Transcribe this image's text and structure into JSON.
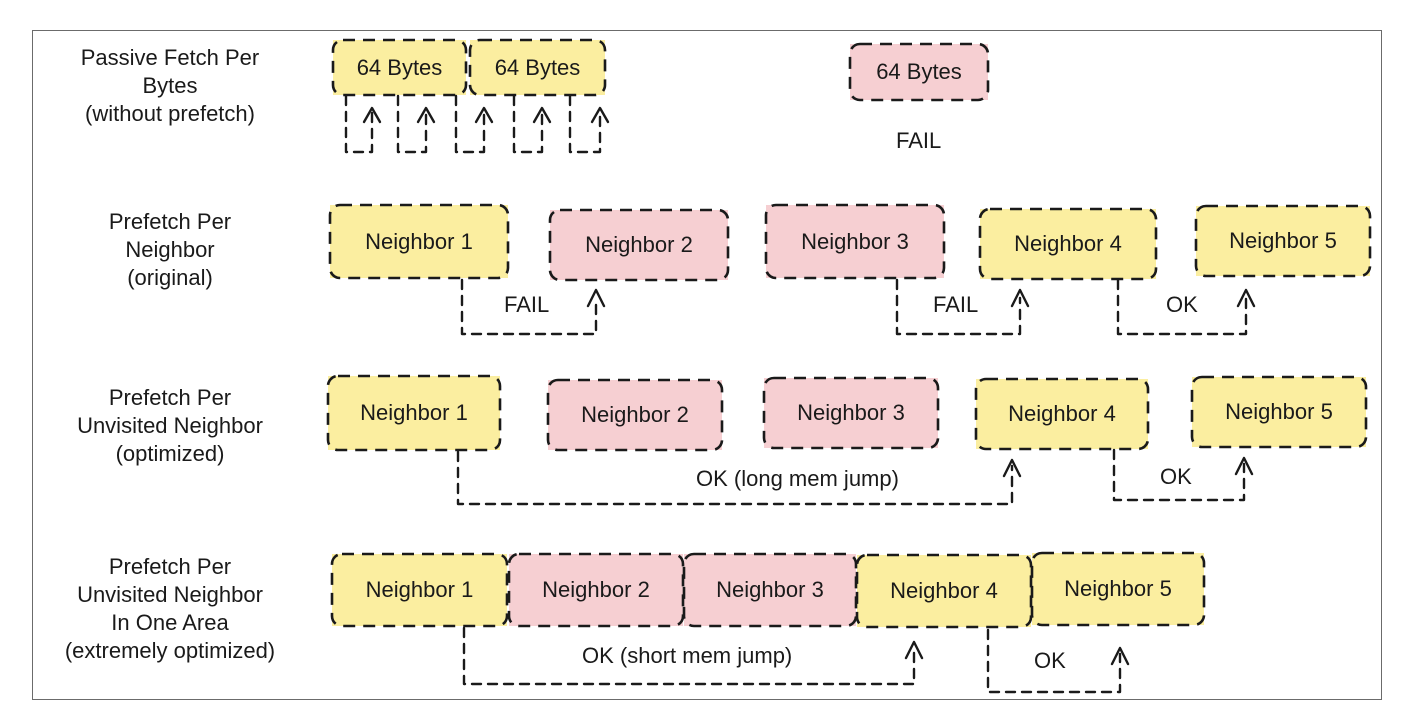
{
  "rows": [
    {
      "label": [
        "Passive Fetch Per",
        "Bytes",
        "(without prefetch)"
      ],
      "blocks": [
        {
          "text": "64 Bytes",
          "status": "hit",
          "color": "#fbeea0"
        },
        {
          "text": "64 Bytes",
          "status": "hit",
          "color": "#fbeea0"
        },
        {
          "text": "64 Bytes",
          "status": "miss",
          "color": "#f6cfd2"
        }
      ],
      "notes": [
        "FAIL"
      ]
    },
    {
      "label": [
        "Prefetch Per",
        "Neighbor",
        "(original)"
      ],
      "blocks": [
        {
          "text": "Neighbor 1",
          "status": "hit"
        },
        {
          "text": "Neighbor 2",
          "status": "miss"
        },
        {
          "text": "Neighbor 3",
          "status": "miss"
        },
        {
          "text": "Neighbor 4",
          "status": "hit"
        },
        {
          "text": "Neighbor 5",
          "status": "hit"
        }
      ],
      "notes": [
        "FAIL",
        "FAIL",
        "OK"
      ]
    },
    {
      "label": [
        "Prefetch Per",
        "Unvisited Neighbor",
        "(optimized)"
      ],
      "blocks": [
        {
          "text": "Neighbor 1",
          "status": "hit"
        },
        {
          "text": "Neighbor 2",
          "status": "miss"
        },
        {
          "text": "Neighbor 3",
          "status": "miss"
        },
        {
          "text": "Neighbor 4",
          "status": "hit"
        },
        {
          "text": "Neighbor 5",
          "status": "hit"
        }
      ],
      "notes": [
        "OK (long mem jump)",
        "OK"
      ]
    },
    {
      "label": [
        "Prefetch Per",
        "Unvisited Neighbor",
        "In One Area",
        "(extremely optimized)"
      ],
      "blocks": [
        {
          "text": "Neighbor 1",
          "status": "hit"
        },
        {
          "text": "Neighbor 2",
          "status": "miss"
        },
        {
          "text": "Neighbor 3",
          "status": "miss"
        },
        {
          "text": "Neighbor 4",
          "status": "hit"
        },
        {
          "text": "Neighbor 5",
          "status": "hit"
        }
      ],
      "notes": [
        "OK (short mem jump)",
        "OK"
      ]
    }
  ],
  "colors": {
    "hit": "#fbeea0",
    "miss": "#f6cfd2",
    "ink": "#1a1a1a",
    "frame": "#6b6b6b"
  }
}
